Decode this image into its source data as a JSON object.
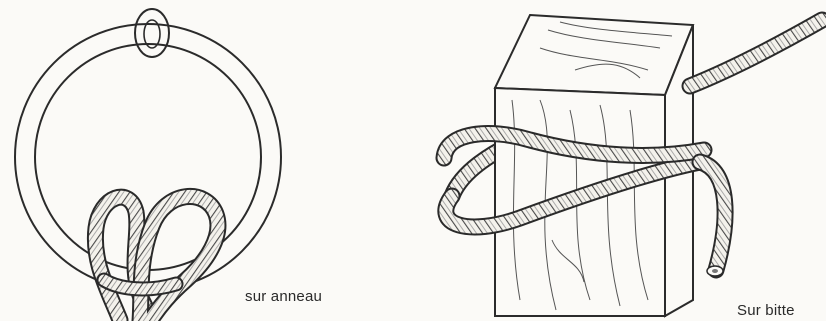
{
  "figure": {
    "panels": [
      {
        "caption": "sur anneau",
        "icon": "rope-hitch-on-ring-illustration"
      },
      {
        "caption": "Sur bitte",
        "icon": "rope-hitch-on-bollard-illustration"
      }
    ]
  }
}
